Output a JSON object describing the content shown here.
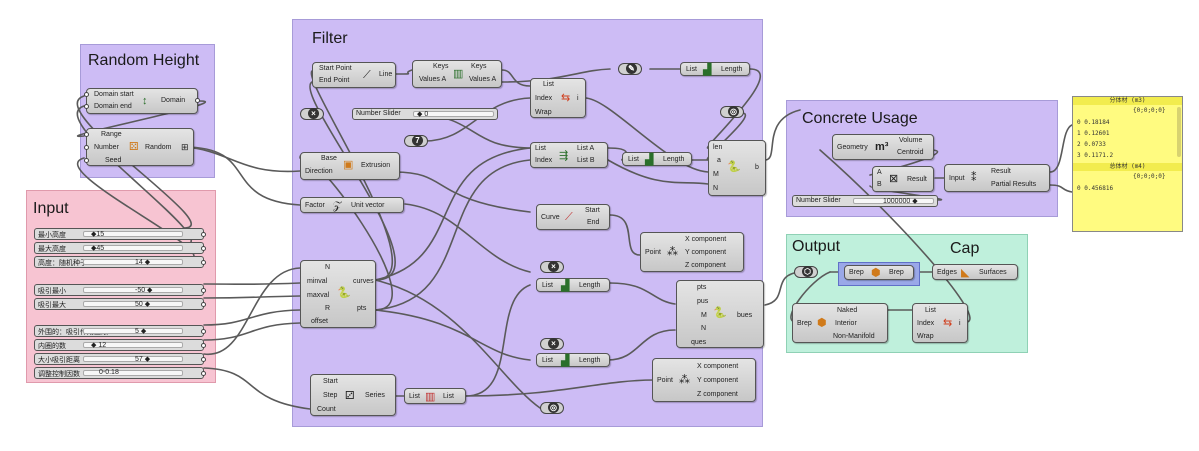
{
  "groups": {
    "random_height": "Random Height",
    "input": "Input",
    "filter": "Filter",
    "concrete_usage": "Concrete Usage",
    "output": "Output",
    "cap": "Cap"
  },
  "colors": {
    "purple": "#cdbcf5",
    "pink": "#f7c4d2",
    "green": "#bff0dc",
    "yellow": "#fffb80"
  },
  "random_height": {
    "construct_domain": {
      "in1": "Domain start",
      "in2": "Domain end",
      "out": "Domain"
    },
    "random": {
      "in1": "Range",
      "in2": "Number",
      "in3": "Seed",
      "out": "Random"
    }
  },
  "input_sliders": [
    {
      "label": "最小高度",
      "value": "◆15"
    },
    {
      "label": "最大高度",
      "value": "◆45"
    },
    {
      "label": "高度：随机种子",
      "value": "14 ◆"
    },
    {
      "label": "吸引最小",
      "value": "-50 ◆"
    },
    {
      "label": "吸引最大",
      "value": "50 ◆"
    },
    {
      "label": "外围的：吸引作用上限",
      "value": "5 ◆"
    },
    {
      "label": "内圈的数",
      "value": "◆ 12"
    },
    {
      "label": "大小吸引距离",
      "value": "57 ◆"
    },
    {
      "label": "调整控制因数",
      "value": "0-0.18"
    }
  ],
  "filter": {
    "line": {
      "in1": "Start Point",
      "in2": "End Point",
      "out": "Line"
    },
    "sort": {
      "in1": "Keys",
      "in2": "Values A",
      "out1": "Keys",
      "out2": "Values A"
    },
    "list_length1": {
      "in": "List",
      "out": "Length"
    },
    "list_item": {
      "in1": "List",
      "in2": "Index",
      "in3": "Wrap",
      "out": "i"
    },
    "number_slider": {
      "label": "Number Slider",
      "value": "◆ 0"
    },
    "seven": "7",
    "extrusion": {
      "in1": "Base",
      "in2": "Direction",
      "out": "Extrusion"
    },
    "cull_list": {
      "in1": "List",
      "in2": "Index",
      "out1": "List A",
      "out2": "List B"
    },
    "list_length2": {
      "in": "List",
      "out": "Length"
    },
    "python1": {
      "in1": "len",
      "in2": "a",
      "in3": "M",
      "in4": "N",
      "out": "b"
    },
    "amplitude": {
      "in1": "Factor",
      "out": "Unit vector"
    },
    "curve": {
      "in": "Curve",
      "out1": "Start",
      "out2": "End"
    },
    "deconstruct1": {
      "in": "Point",
      "out1": "X component",
      "out2": "Y component",
      "out3": "Z component"
    },
    "list_length3": {
      "in": "List",
      "out": "Length"
    },
    "python2": {
      "in1": "N",
      "in2": "minval",
      "in3": "maxval",
      "in4": "R",
      "in5": "offset",
      "out1": "curves",
      "out2": "pts"
    },
    "python3": {
      "in1": "pts",
      "in2": "pus",
      "in3": "M",
      "in4": "N",
      "in5": "ques",
      "out": "bues"
    },
    "list_length4": {
      "in": "List",
      "out": "Length"
    },
    "series": {
      "in1": "Start",
      "in2": "Step",
      "in3": "Count",
      "out": "Series"
    },
    "list_reverse": {
      "in": "List",
      "out": "List"
    },
    "deconstruct2": {
      "in": "Point",
      "out1": "X component",
      "out2": "Y component",
      "out3": "Z component"
    }
  },
  "concrete": {
    "volume": {
      "in": "Geometry",
      "out1": "Volume",
      "out2": "Centroid"
    },
    "multiply": {
      "in1": "A",
      "in2": "B",
      "out": "Result"
    },
    "mass_addition": {
      "in": "Input",
      "out1": "Result",
      "out2": "Partial Results"
    },
    "slider": {
      "label": "Number Slider",
      "value": "1000000 ◆"
    }
  },
  "output": {
    "brep": {
      "in": "Brep",
      "out": "Brep"
    },
    "naked": {
      "in": "Brep",
      "out1": "Naked",
      "out2": "Interior",
      "out3": "Non-Manifold"
    },
    "list_item": {
      "in1": "List",
      "in2": "Index",
      "in3": "Wrap",
      "out": "i"
    }
  },
  "cap": {
    "in": "Edges",
    "out": "Surfaces"
  },
  "panel": {
    "title1": "分体材 (m3)",
    "path1": "{0;0;0;0}",
    "rows1": [
      "0 0.18184",
      "1 0.12601",
      "2 0.0733",
      "3 0.1171.2"
    ],
    "title2": "总体材 (m4)",
    "path2": "{0;0;0;0}",
    "rows2": [
      "0 0.456816"
    ]
  }
}
